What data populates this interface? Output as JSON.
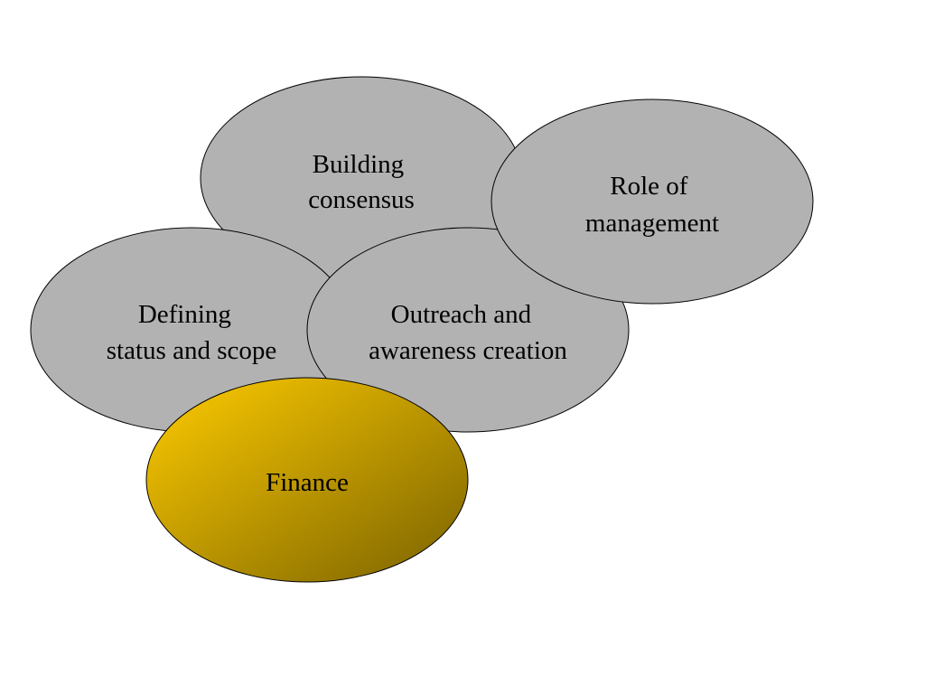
{
  "colors": {
    "background": "#ffffff",
    "ellipse_fill": "#b2b2b2",
    "ellipse_stroke": "#000000",
    "highlight_gradient_start": "#ffcc00",
    "highlight_gradient_end": "#7a6200",
    "text": "#000000"
  },
  "nodes": {
    "building_consensus": {
      "line1": "Building",
      "line2": "consensus"
    },
    "role_of_management": {
      "line1": "Role of",
      "line2": "management"
    },
    "defining_status_scope": {
      "line1": "Defining",
      "line2": "status and scope"
    },
    "outreach_awareness": {
      "line1": "Outreach and",
      "line2": "awareness creation"
    },
    "finance": {
      "label": "Finance"
    }
  }
}
